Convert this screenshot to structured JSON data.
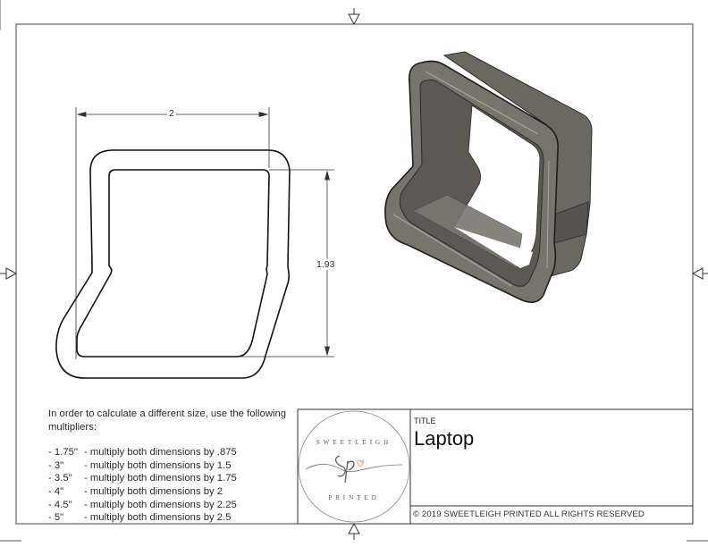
{
  "drawing": {
    "dimensions": {
      "width_label": "2",
      "height_label": "1.93"
    }
  },
  "notes": {
    "intro": "In order to calculate a different size, use the following multipliers:",
    "multipliers": [
      {
        "size": "- 1.75\"",
        "text": "- multiply both dimensions by .875"
      },
      {
        "size": "- 3\"",
        "text": "- multiply both dimensions by 1.5"
      },
      {
        "size": "- 3.5\"",
        "text": "- multiply both dimensions by 1.75"
      },
      {
        "size": "- 4\"",
        "text": "- multiply both dimensions by 2"
      },
      {
        "size": "- 4.5\"",
        "text": "- multiply both dimensions by 2.25"
      },
      {
        "size": "- 5\"",
        "text": "- multiply both dimensions by 2.5"
      }
    ]
  },
  "title_block": {
    "title_label": "TITLE",
    "title": "Laptop",
    "copyright": "© 2019  SWEETLEIGH PRINTED  ALL RIGHTS RESERVED",
    "logo": {
      "top_text": "SWEETLEIGH",
      "monogram": "sp",
      "bottom_text": "PRINTED",
      "accent_color": "#e2b77a"
    }
  },
  "colors": {
    "line": "#111111",
    "frame": "#444444",
    "model_dark": "#3f3d38",
    "model_mid": "#6f6c64",
    "model_light": "#8e8b83"
  }
}
